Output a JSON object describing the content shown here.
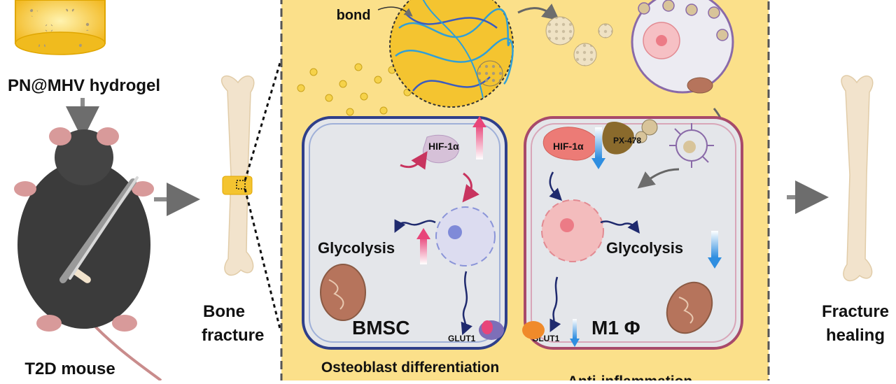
{
  "labels": {
    "hydrogel": "PN@MHV hydrogel",
    "mouse": "T2D mouse",
    "bone_fracture_line1": "Bone",
    "bone_fracture_line2": "fracture",
    "healing_line1": "Fracture",
    "healing_line2": "healing",
    "bond": "bond",
    "hif_left": "HIF-1α",
    "hif_right": "HIF-1α",
    "px478": "PX-478",
    "glycolysis_left": "Glycolysis",
    "glycolysis_right": "Glycolysis",
    "bmsc": "BMSC",
    "m1": "M1 Φ",
    "glut1_left": "GLUT1",
    "glut1_right": "GLUT1",
    "osteoblast": "Osteoblast differentiation",
    "anti_inflammation": "Anti-inflammation"
  },
  "colors": {
    "panel_bg": "#fbe08a",
    "cell_fill": "#e4e6ea",
    "cell_border": "#2f3f8a",
    "bone": "#f2e3cc",
    "hydrogel_yellow": "#f4c430",
    "arrow_gray": "#8c8c8c",
    "pink_arrow": "#e8457a",
    "blue_arrow": "#2f8ee0"
  }
}
